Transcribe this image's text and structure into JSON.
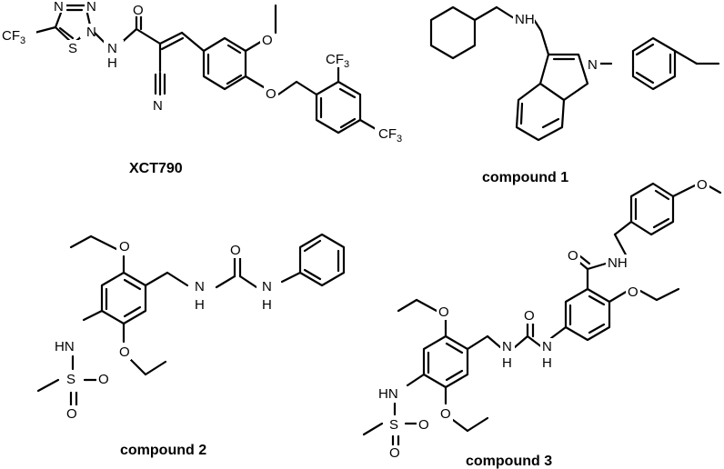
{
  "compounds": [
    {
      "caption": "XCT790"
    },
    {
      "caption": "compound 1"
    },
    {
      "caption": "compound 2"
    },
    {
      "caption": "compound 3"
    }
  ],
  "atoms": {
    "n": "N",
    "s": "S",
    "o": "O",
    "nh": "NH",
    "hn": "HN",
    "h": "H",
    "cf": "CF",
    "three": "3"
  }
}
